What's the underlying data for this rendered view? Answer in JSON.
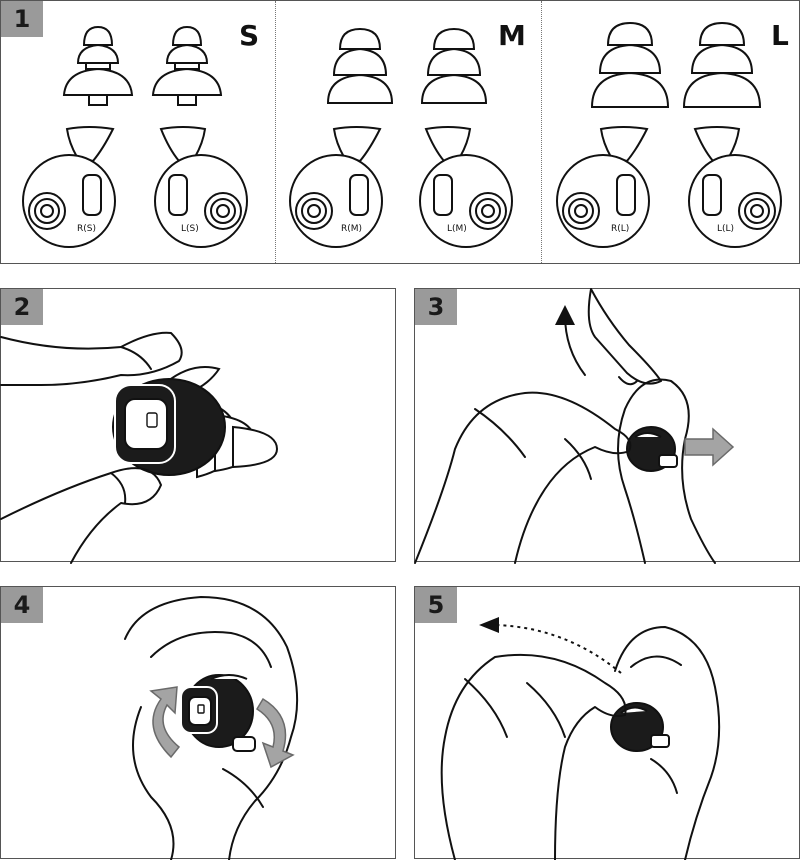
{
  "steps": [
    {
      "number": "1"
    },
    {
      "number": "2"
    },
    {
      "number": "3"
    },
    {
      "number": "4"
    },
    {
      "number": "5"
    }
  ],
  "sizes": [
    {
      "letter": "S",
      "left_label": "R(S)",
      "right_label": "L(S)"
    },
    {
      "letter": "M",
      "left_label": "R(M)",
      "right_label": "L(M)"
    },
    {
      "letter": "L",
      "left_label": "R(L)",
      "right_label": "L(L)"
    }
  ],
  "colors": {
    "badge": "#9a9a9a",
    "line": "#111111",
    "accent_arrow": "#a4a4a4"
  },
  "icons": [
    "ear-tip-icon",
    "earbud-icon",
    "hand-icon",
    "ear-icon",
    "rotate-arrow-icon",
    "pull-arrow-icon"
  ]
}
